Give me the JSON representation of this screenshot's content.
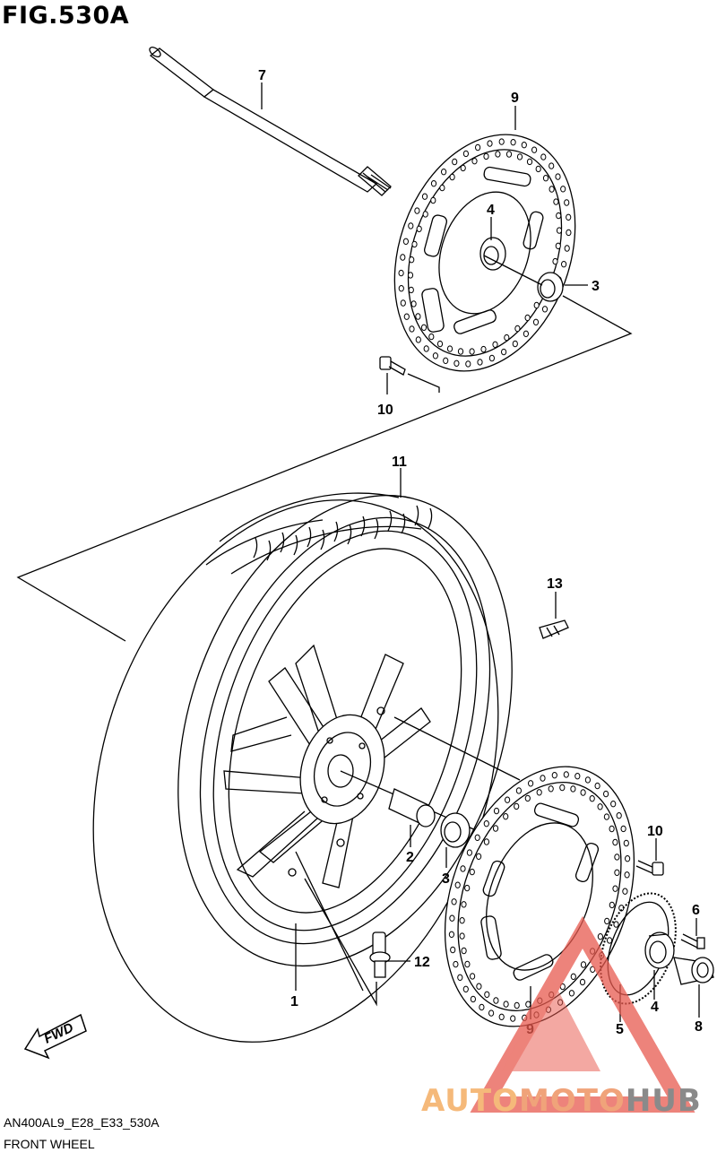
{
  "header": {
    "title": "FIG.530A"
  },
  "callouts": {
    "p1": "1",
    "p2": "2",
    "p3a": "3",
    "p3b": "3",
    "p4a": "4",
    "p4b": "4",
    "p5": "5",
    "p6": "6",
    "p7": "7",
    "p8": "8",
    "p9a": "9",
    "p9b": "9",
    "p10a": "10",
    "p10b": "10",
    "p11": "11",
    "p12": "12",
    "p13": "13"
  },
  "fwd": {
    "label": "FWD"
  },
  "footer": {
    "code": "AN400AL9_E28_E33_530A",
    "name": "FRONT WHEEL"
  },
  "watermark": {
    "part1": "AUTO",
    "part2": "MOTO",
    "part3": "HUB",
    "colors": {
      "triangle": "#e85a4f",
      "auto": "#f5b97a",
      "moto": "#f0a37a",
      "hub": "#8a8a8a"
    }
  }
}
